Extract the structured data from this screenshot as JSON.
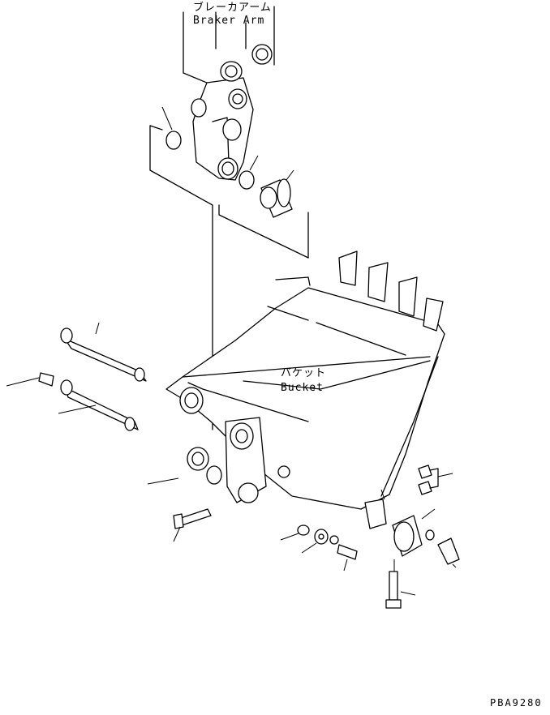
{
  "labels": {
    "braker_arm_jp": "ブレーカアーム",
    "braker_arm_en": "Braker Arm",
    "bucket_jp": "バケット",
    "bucket_en": "Bucket",
    "drawing_code": "PBA9280"
  },
  "colors": {
    "line": "#000000",
    "background": "#ffffff"
  }
}
